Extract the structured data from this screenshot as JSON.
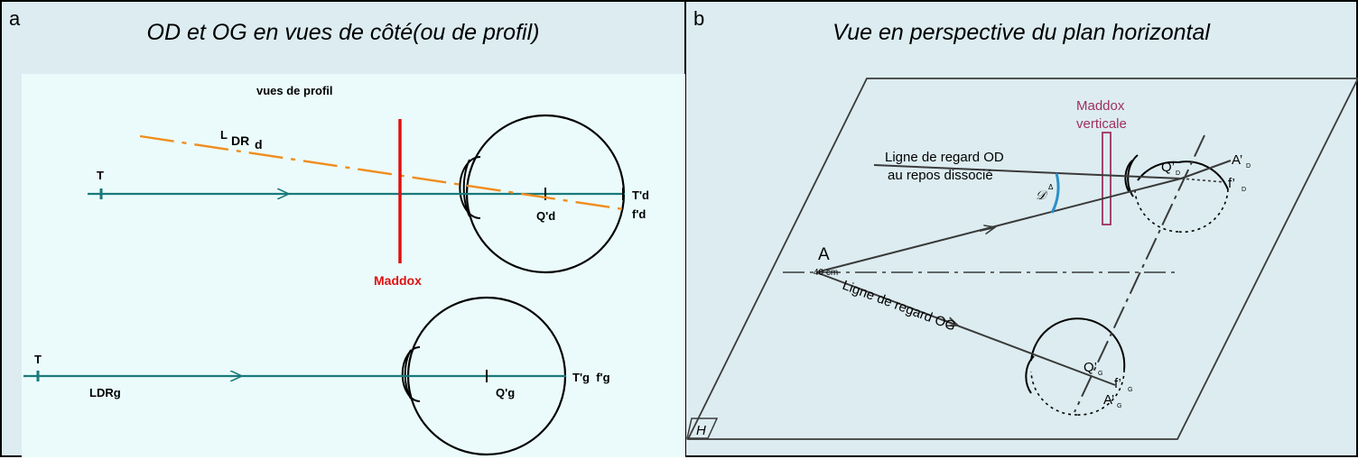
{
  "panel_a": {
    "letter": "a",
    "title": "OD et OG en vues de côté(ou de profil)",
    "subtitle": "vues de profil",
    "labels": {
      "ldrd_l": "L",
      "ldrd_dr": "DR",
      "ldrd_d": "d",
      "t_top": "T",
      "tpd": "T'd",
      "fpd": "f'd",
      "qpd": "Q'd",
      "maddox": "Maddox",
      "t_bottom": "T",
      "ldrg": "LDRg",
      "qpg": "Q'g",
      "tpg_fpg": "T'g  f'g"
    },
    "colors": {
      "axis": "#1a7a7a",
      "ldr": "#f08c1e",
      "maddox": "#e01010",
      "background": "#ebfbfb"
    }
  },
  "panel_b": {
    "letter": "b",
    "title": "Vue en perspective du plan horizontal",
    "labels": {
      "maddox_line1": "Maddox",
      "maddox_line2": "verticale",
      "ligne_od_1": "Ligne de regard OD",
      "ligne_od_2": "au repos dissocié",
      "ligne_og": "Ligne de regard OG",
      "point_a": "A",
      "distance": "40 cm",
      "deviation": "𝒟",
      "deviation_sup": "Δ",
      "qd": "Q’",
      "qd_sub": "D",
      "ad": "A’",
      "ad_sub": "D",
      "fd": "f’",
      "fd_sub": "D",
      "qg": "Q’",
      "qg_sub": "G",
      "fg": "f’",
      "fg_sub": "G",
      "ag": "A’",
      "ag_sub": "G",
      "plane": "H"
    },
    "colors": {
      "maddox": "#a03060",
      "angle_arc": "#2b8fc8",
      "lines": "#3a3a3a"
    }
  }
}
